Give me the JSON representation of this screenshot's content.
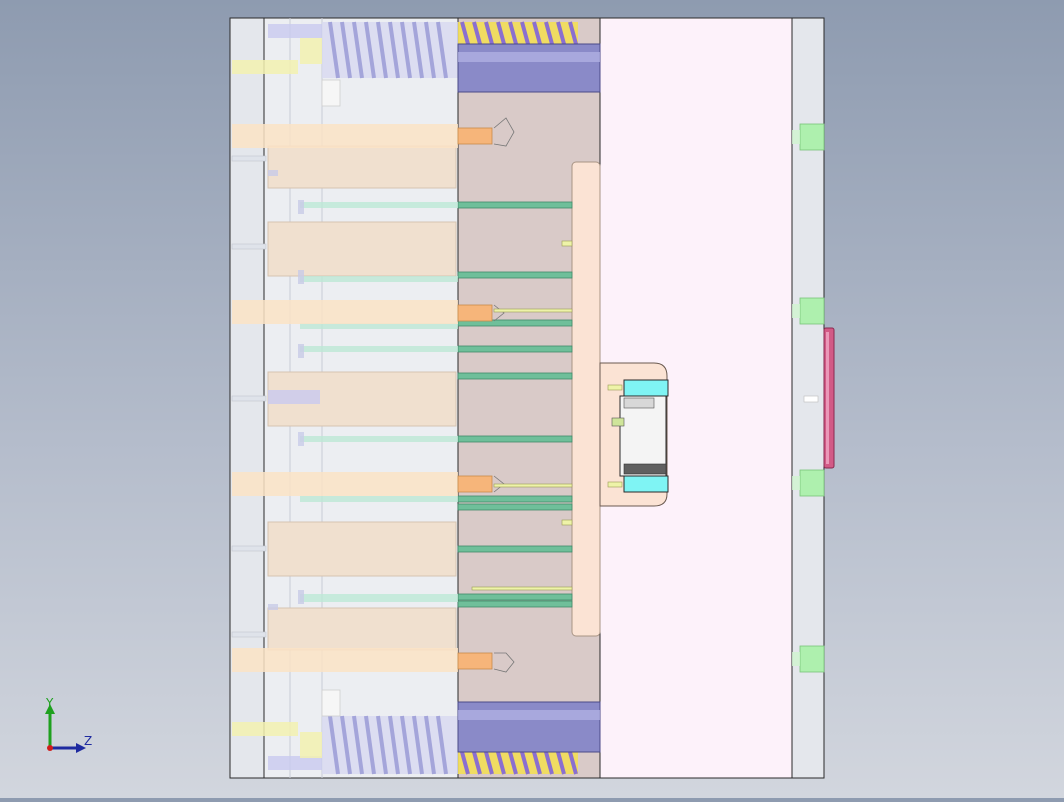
{
  "view": {
    "type": "CAD mold assembly side view",
    "colors": {
      "background_top": "#8e9bb0",
      "background_bottom": "#d2d6de",
      "clamp_plate": "#e4e7ec",
      "ejector_plate": "#eef0f4",
      "support_block": "#f2e6d8",
      "core_plate": "#d8c8c6",
      "cavity_plate": "#fdf2fa",
      "core_insert": "#fbe3d4",
      "pin_green": "#6fbf9a",
      "pin_orange": "#f6c38f",
      "spring_purple": "#9f9fd8",
      "spring_yellow": "#f2de57",
      "guide_bush": "#8a8ac8",
      "insert_cyan": "#7ff4f4",
      "locating_ring": "#d25a86",
      "leader_green": "#aef0ae",
      "outline": "#2a2a2a"
    }
  },
  "triad": {
    "y_label": "Y",
    "z_label": "Z",
    "y_color": "#1ea01e",
    "z_color": "#1e2aa0",
    "origin_color": "#d01c1c"
  }
}
